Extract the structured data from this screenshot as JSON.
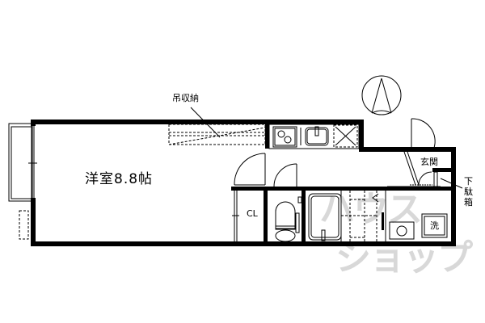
{
  "plan": {
    "room_main": "洋室8.8帖",
    "hanging_storage": "吊収納",
    "entrance": "玄関",
    "shoe_box": "下駄箱",
    "closet": "CL",
    "washer": "洗"
  },
  "watermark": {
    "line1": "ハウス",
    "line2": "ショップ"
  },
  "compass": {
    "direction": "north-up"
  },
  "colors": {
    "wall": "#000000",
    "watermark": "#d8d8d8",
    "background": "#ffffff"
  }
}
